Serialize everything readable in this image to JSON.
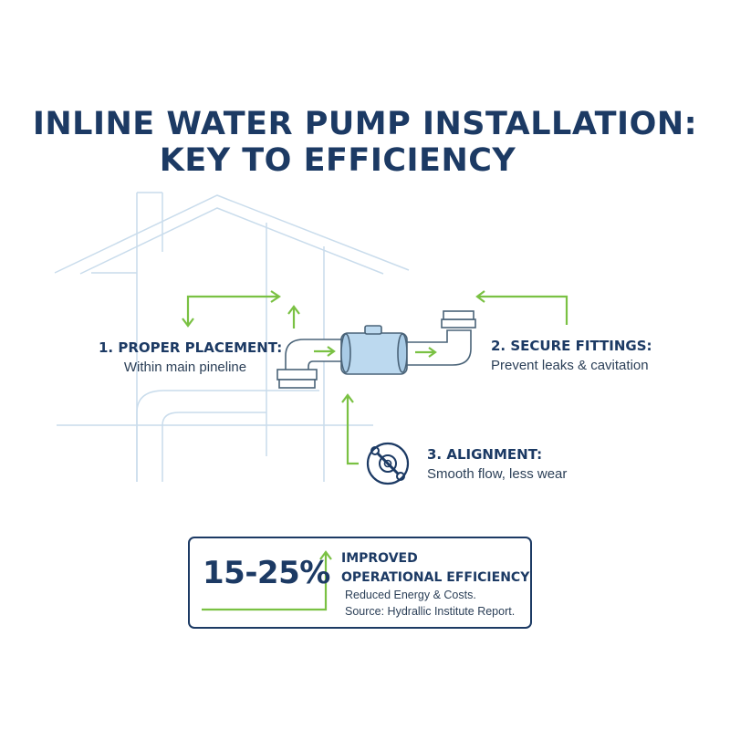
{
  "title": {
    "line1": "INLINE WATER PUMP INSTALLATION:",
    "line2": "KEY TO EFFICIENCY"
  },
  "steps": [
    {
      "heading": "1. PROPER PLACEMENT:",
      "desc": "Within main pineline"
    },
    {
      "heading": "2. SECURE FITTINGS:",
      "desc": "Prevent leaks & cavitation"
    },
    {
      "heading": "3. ALIGNMENT:",
      "desc": "Smooth flow, less wear",
      "icon": "wrench-gear-icon"
    }
  ],
  "efficiency": {
    "value": "15-25%",
    "heading_line1": "IMPROVED",
    "heading_line2": "OPERATIONAL EFFICIENCY",
    "detail_line1": "Reduced Energy & Costs.",
    "detail_line2": "Source: Hydrallic Institute Report."
  },
  "colors": {
    "navy": "#1c3a64",
    "green_arrow": "#7ac143",
    "pipe_outline": "#4a6378",
    "pump_fill": "#bcd9ef",
    "house_lines": "#c9dcec"
  }
}
